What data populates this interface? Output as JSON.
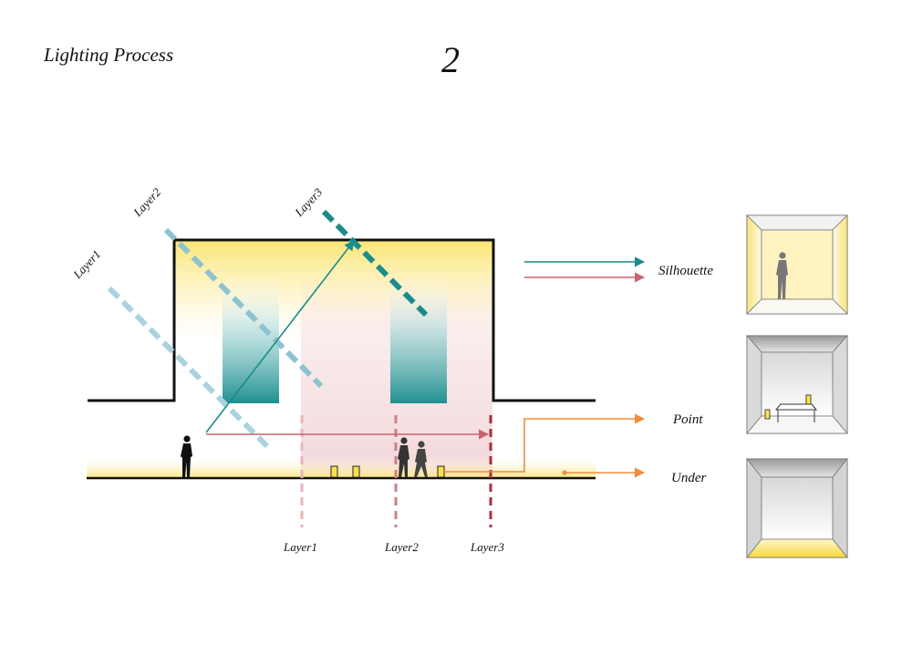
{
  "header": {
    "title": "Lighting Process",
    "step_number": "2"
  },
  "layer_labels_diagonal": [
    "Layer1",
    "Layer2",
    "Layer3"
  ],
  "layer_labels_bottom": [
    "Layer1",
    "Layer2",
    "Layer3"
  ],
  "outputs": {
    "silhouette": "Silhouette",
    "point": "Point",
    "under": "Under"
  },
  "colors": {
    "teal": "#1a8c8c",
    "teal_light": "#a9d3df",
    "red": "#c86470",
    "red_light": "#e2a8ae",
    "orange": "#f08c3c",
    "yellow_glow": "#fbe98a",
    "outline": "#111111"
  }
}
